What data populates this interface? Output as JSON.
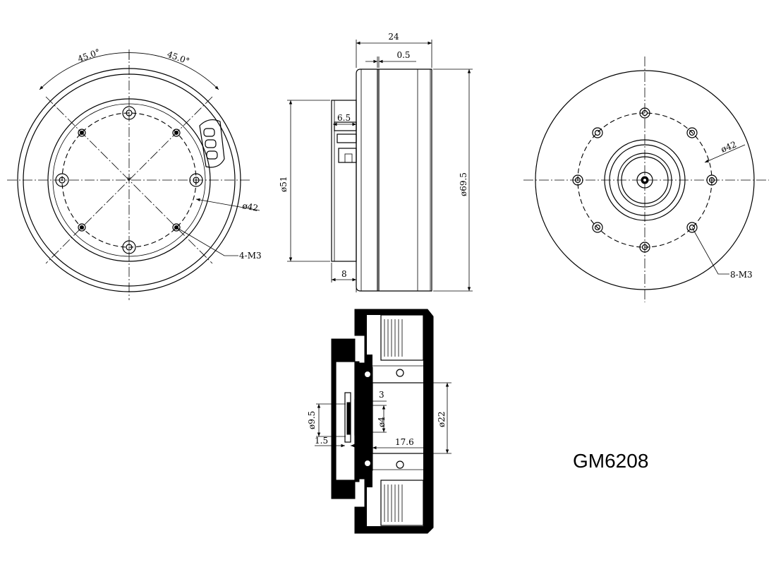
{
  "model": "GM6208",
  "front_view": {
    "angle_left": "45.0°",
    "angle_right": "45.0°",
    "pcd_label": "ø42",
    "hole_label": "4-M3"
  },
  "side_view": {
    "overall_length": "24",
    "gap": "0.5",
    "shoulder": "6.5",
    "diameter_small": "ø51",
    "diameter_large": "ø69.5",
    "base_length": "8"
  },
  "back_view": {
    "pcd_label": "ø42",
    "hole_label": "8-M3"
  },
  "section_view": {
    "dim_3": "3",
    "dim_phi4": "ø4",
    "dim_phi9_5": "ø9.5",
    "dim_1_5": "1.5",
    "dim_17_6": "17.6",
    "dim_phi22": "ø22"
  }
}
